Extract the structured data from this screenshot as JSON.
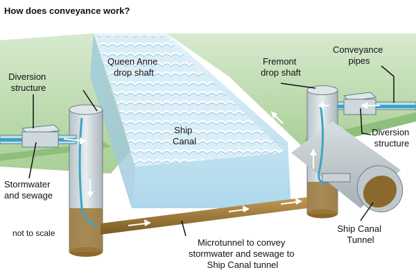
{
  "title": "How does conveyance work?",
  "labels": {
    "queen_anne": [
      "Queen Anne",
      "drop shaft"
    ],
    "fremont": [
      "Fremont",
      "drop shaft"
    ],
    "conveyance_pipes": [
      "Conveyance",
      "pipes"
    ],
    "diversion_left": [
      "Diversion",
      "structure"
    ],
    "diversion_right": [
      "Diversion",
      "structure"
    ],
    "ship_canal": [
      "Ship",
      "Canal"
    ],
    "stormwater": [
      "Stormwater",
      "and sewage"
    ],
    "not_to_scale": "not to scale",
    "microtunnel": [
      "Microtunnel to convey",
      "stormwater and sewage to",
      "Ship Canal tunnel"
    ],
    "ship_canal_tunnel": [
      "Ship Canal",
      "Tunnel"
    ]
  },
  "colors": {
    "ground": "#b9d9a8",
    "ground_dark": "#8fbf7c",
    "water": "#cfe7f3",
    "water_dark": "#8fc4de",
    "flow": "#3fa3c4",
    "shaft": "#c9d3d8",
    "sewage": "#8a6a2c",
    "tunnel_pipe": "#a07a3c",
    "leader": "#111111"
  }
}
